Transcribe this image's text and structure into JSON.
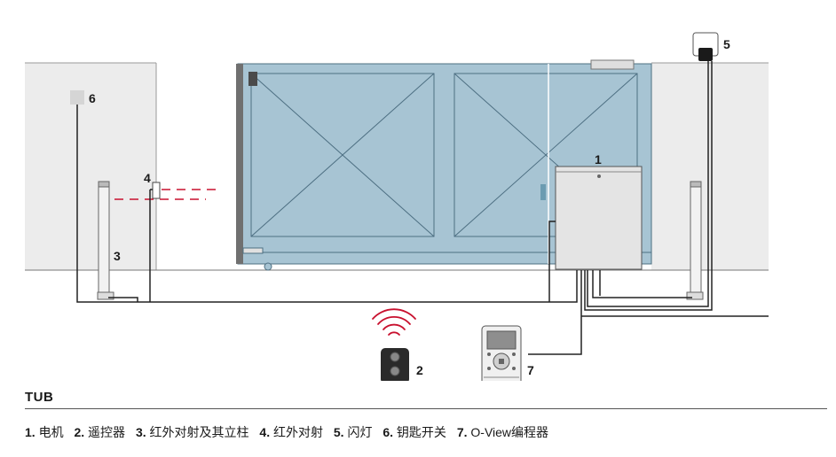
{
  "colors": {
    "wall": "#ececec",
    "wall_edge": "#9a9a9a",
    "gate_fill": "#a7c4d3",
    "gate_frame": "#4d6f82",
    "post": "#707070",
    "motor": "#e4e4e4",
    "signal": "#c8102e",
    "cable": "#222222"
  },
  "labels": {
    "motor": "1",
    "remote": "2",
    "photocell_column": "3",
    "photocell": "4",
    "flashing_light": "5",
    "key_switch": "6",
    "programmer": "7"
  },
  "icons": {
    "remote": "remote-control-icon",
    "signal": "wireless-signal-icon",
    "programmer": "handheld-programmer-icon"
  },
  "title": "TUB",
  "legend": [
    {
      "num": "1.",
      "text": "电机"
    },
    {
      "num": "2.",
      "text": "遥控器"
    },
    {
      "num": "3.",
      "text": "红外对射及其立柱"
    },
    {
      "num": "4.",
      "text": "红外对射"
    },
    {
      "num": "5.",
      "text": "闪灯"
    },
    {
      "num": "6.",
      "text": "钥匙开关"
    },
    {
      "num": "7.",
      "text": "O-View编程器"
    }
  ]
}
